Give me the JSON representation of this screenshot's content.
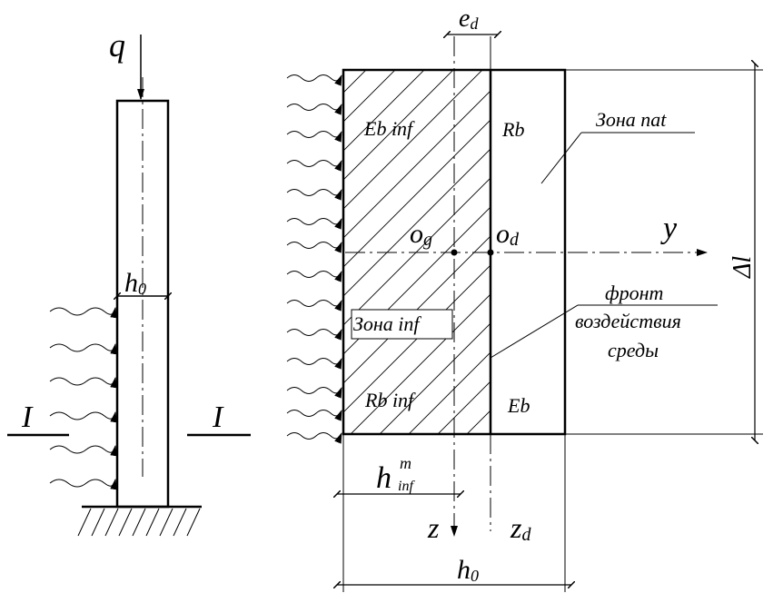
{
  "labels": {
    "q": "q",
    "h0_left": "h",
    "h0_left_sub": "0",
    "section_left": "I",
    "section_right": "I",
    "e_d": "e",
    "e_d_sub": "d",
    "eb_inf": "Eb inf",
    "rb": "Rb",
    "zona_nat": "Зона nat",
    "o_g": "o",
    "o_g_sub": "g",
    "o_d": "o",
    "o_d_sub": "d",
    "y": "y",
    "delta_l": "Δl",
    "front_1": "фронт",
    "front_2": "воздействия",
    "front_3": "среды",
    "zona_inf": "Зона inf",
    "rb_inf": "Rb inf",
    "eb": "Eb",
    "h_inf": "h",
    "h_inf_sup": "m",
    "h_inf_sub": "inf",
    "z": "z",
    "z_d": "z",
    "z_d_sub": "d",
    "h0_bottom": "h",
    "h0_bottom_sub": "0"
  }
}
